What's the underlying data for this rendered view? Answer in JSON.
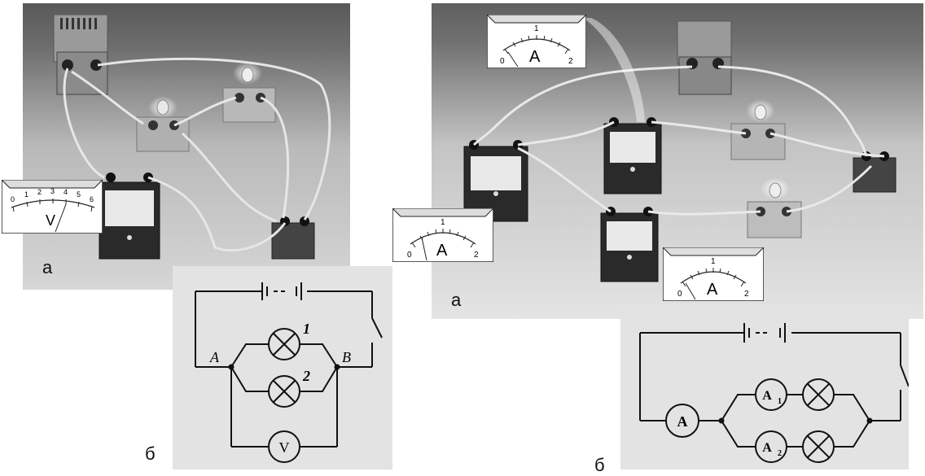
{
  "left_figure": {
    "photo_label": "а",
    "schematic_label": "б",
    "voltmeter_scale": {
      "ticks": [
        "0",
        "1",
        "2",
        "3",
        "4",
        "5",
        "6"
      ],
      "unit": "V"
    },
    "schematic": {
      "node_a": "A",
      "node_b": "B",
      "lamp_1": "1",
      "lamp_2": "2",
      "meter": "V"
    }
  },
  "right_figure": {
    "photo_label": "а",
    "schematic_label": "б",
    "ammeter_scale": {
      "ticks": [
        "0",
        "1",
        "2"
      ],
      "unit": "A"
    },
    "schematic": {
      "meter_main": "A",
      "meter_1": "A",
      "meter_1_sub": "1",
      "meter_2": "A",
      "meter_2_sub": "2"
    }
  }
}
